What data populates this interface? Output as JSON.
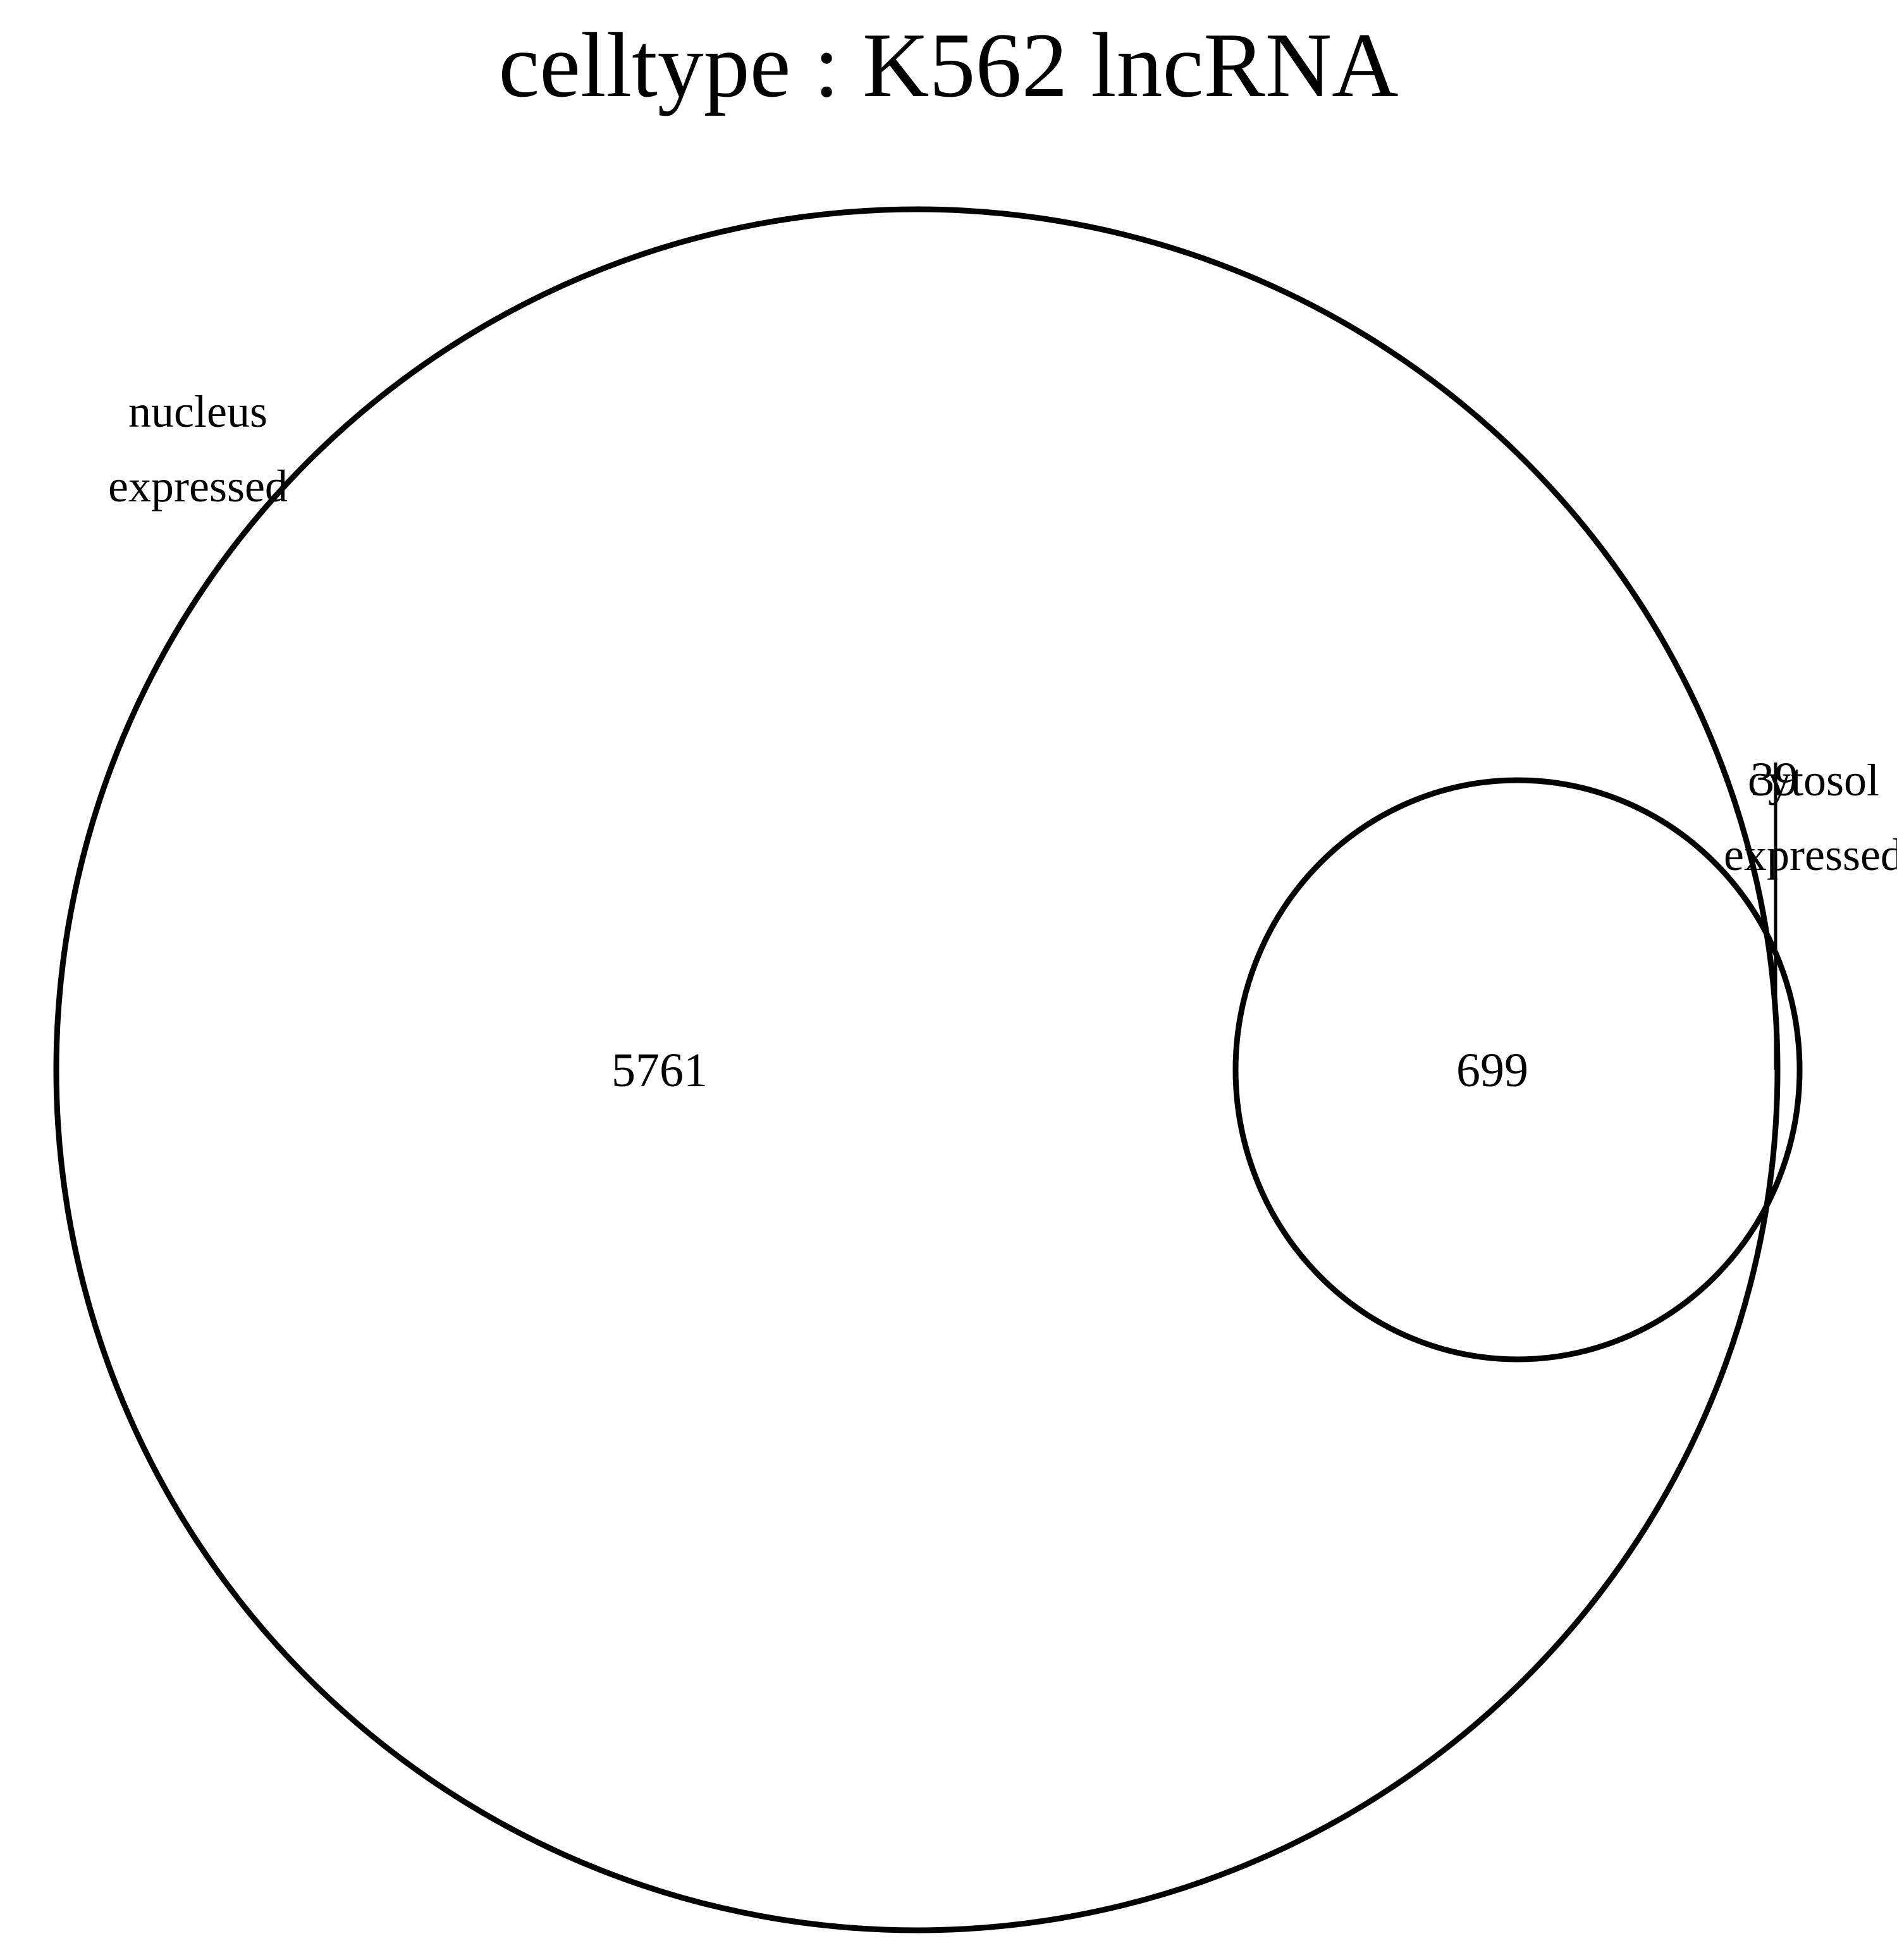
{
  "title": "celltype :  K562  lncRNA",
  "sets": [
    {
      "id": "nucleus",
      "label_lines": [
        "nucleus",
        "expressed"
      ]
    },
    {
      "id": "cytosol",
      "label_lines": [
        "cytosol",
        "expressed"
      ]
    }
  ],
  "regions": {
    "nucleus_only": "5761",
    "intersection": "699",
    "cytosol_only": "39"
  },
  "colors": {
    "outline": "#000000",
    "text": "#000000",
    "background": "#ffffff"
  }
}
